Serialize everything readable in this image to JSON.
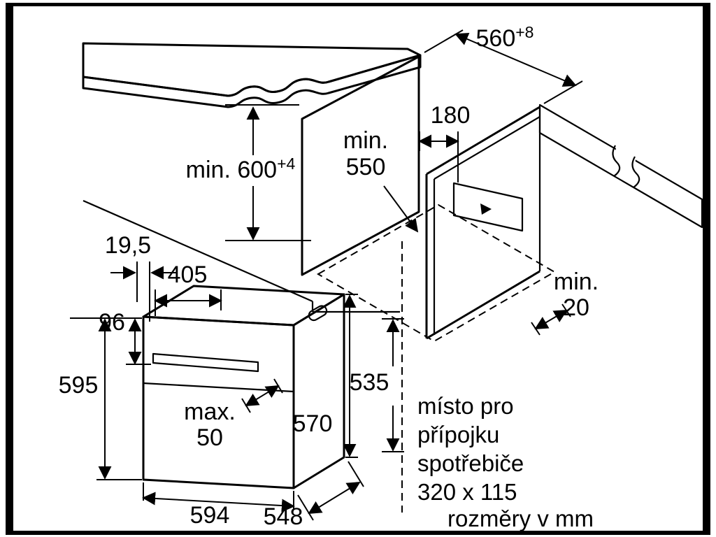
{
  "figure": {
    "caption_units": "rozměry v mm",
    "note": {
      "l1": "místo pro",
      "l2": "přípojku",
      "l3": "spotřebiče",
      "l4": "320 x 115"
    },
    "dims": {
      "niche_width": {
        "v": "560",
        "sup": "+8"
      },
      "niche_height": {
        "v": "min. 600",
        "sup": "+4"
      },
      "connection_offset": "180",
      "niche_depth": {
        "l1": "min.",
        "l2": "550"
      },
      "rear_gap": {
        "l1": "min.",
        "l2": "20"
      },
      "front_offset": "19,5",
      "top_depth": "405",
      "panel_height": "96",
      "oven_height": "595",
      "handle_depth": {
        "l1": "max.",
        "l2": "50"
      },
      "oven_width": "594",
      "rear_height": "570",
      "side_height": "535",
      "oven_depth": "548"
    },
    "colors": {
      "line": "#000000",
      "surface": "#dedede",
      "frame": "#000000",
      "background": "#ffffff"
    }
  }
}
